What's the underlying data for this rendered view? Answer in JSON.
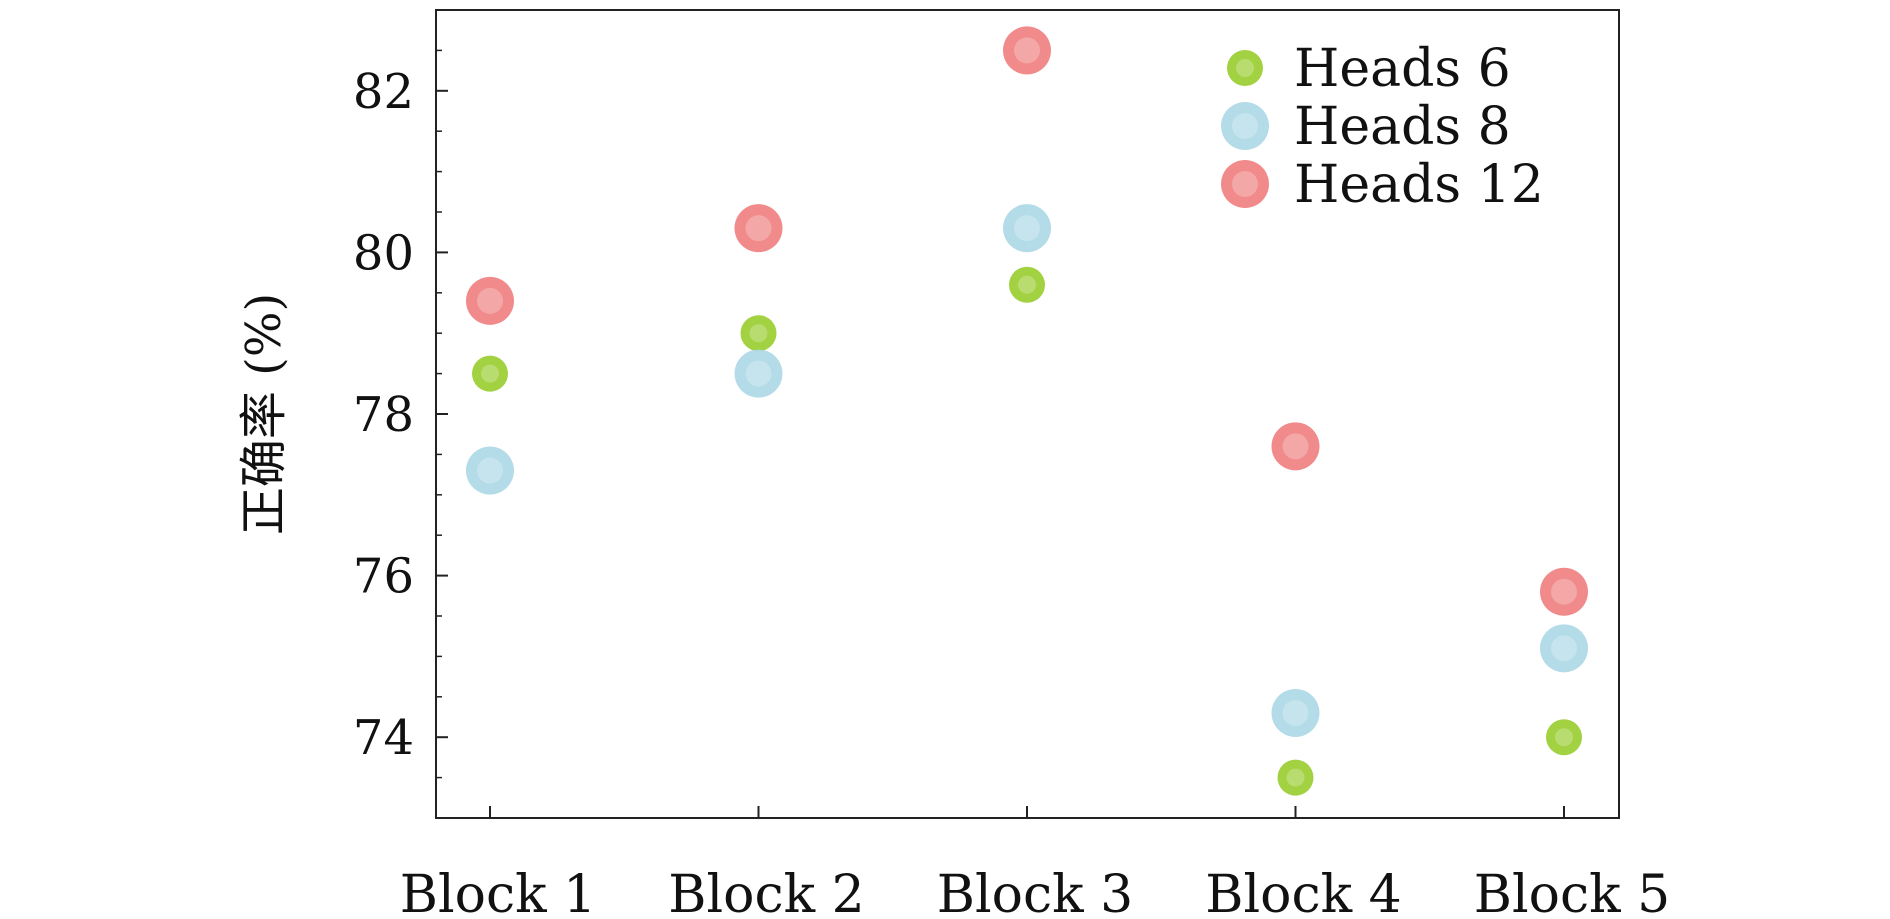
{
  "chart_data": {
    "type": "scatter",
    "categories": [
      "Block 1",
      "Block 2",
      "Block 3",
      "Block 4",
      "Block 5"
    ],
    "ylabel": "正确率 (%)",
    "ylim": [
      73.0,
      83.0
    ],
    "yticks": [
      74,
      76,
      78,
      80,
      82
    ],
    "grid": false,
    "legend_position": "top-right",
    "series": [
      {
        "name": "Heads 6",
        "color": "#9ACD32",
        "values": [
          78.5,
          79.0,
          79.6,
          73.5,
          74.0
        ]
      },
      {
        "name": "Heads 8",
        "color": "#ADD8E6",
        "values": [
          77.3,
          78.5,
          80.3,
          74.3,
          75.1
        ]
      },
      {
        "name": "Heads 12",
        "color": "#F08080",
        "values": [
          79.4,
          80.3,
          82.5,
          77.6,
          75.8
        ]
      }
    ]
  }
}
